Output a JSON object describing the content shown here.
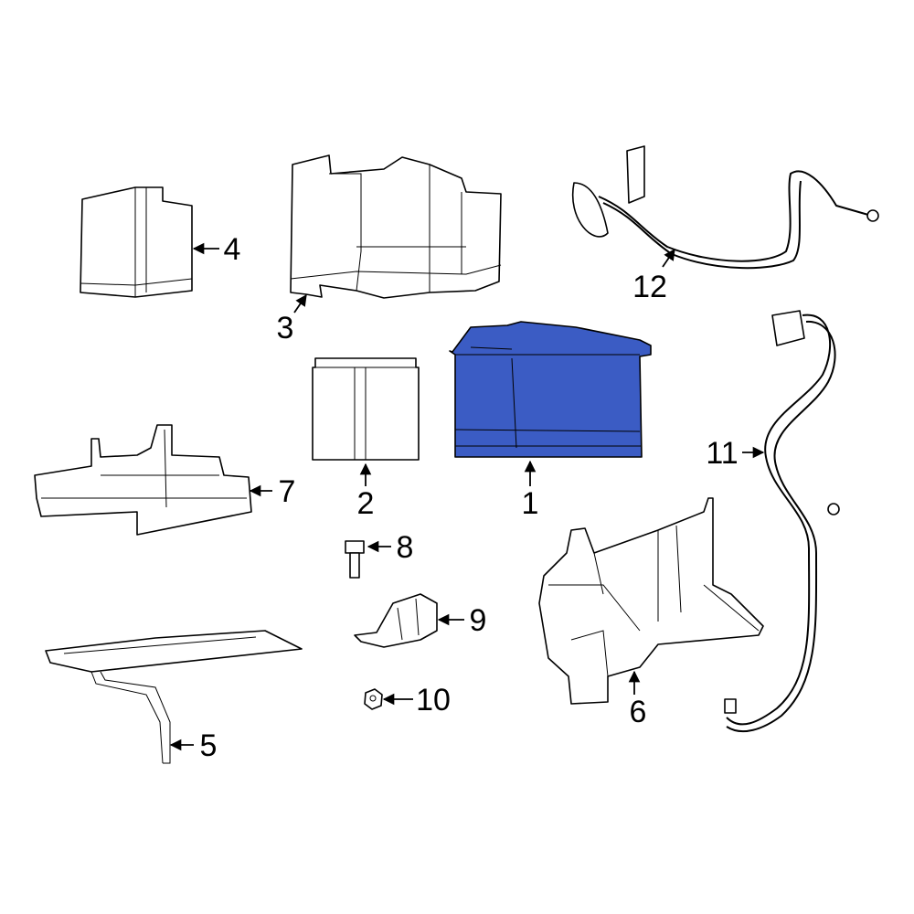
{
  "highlight_color": "#3b5cc4",
  "callouts": {
    "c1": "1",
    "c2": "2",
    "c3": "3",
    "c4": "4",
    "c5": "5",
    "c6": "6",
    "c7": "7",
    "c8": "8",
    "c9": "9",
    "c10": "10",
    "c11": "11",
    "c12": "12"
  }
}
